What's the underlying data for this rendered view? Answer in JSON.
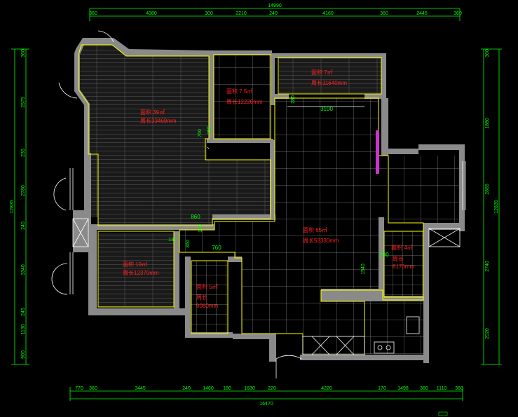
{
  "colors": {
    "background": "#000000",
    "wall": "#808080",
    "dimension": "#00ff00",
    "outline": "#ffff00",
    "room_label": "#ff2020",
    "grid": "#ffffff",
    "accent": "#cc33cc"
  },
  "dimensions": {
    "top_total": "14990",
    "top_segments": [
      "360",
      "4380",
      "300",
      "2210",
      "240",
      "4160",
      "360",
      "2445",
      "360"
    ],
    "bottom_total": "16470",
    "bottom_segments": [
      "770",
      "360",
      "3445",
      "240",
      "1460",
      "180",
      "1630",
      "220",
      "4220",
      "170",
      "1498",
      "360",
      "1110",
      "360"
    ],
    "left_total": "12835",
    "left_segments": [
      "360",
      "2575",
      "235",
      "2780",
      "240",
      "3340",
      "245",
      "1130",
      "900"
    ],
    "right_total": "12835",
    "right_segments": [
      "360",
      "1880",
      "2865",
      "2740",
      "2020"
    ]
  },
  "rooms": [
    {
      "area": "面积 39㎡",
      "perimeter": "周长33469mm"
    },
    {
      "area": "面积 7.5㎡",
      "perimeter": "周长12220mm"
    },
    {
      "area": "面积 7㎡",
      "perimeter": "周长11640mm"
    },
    {
      "area": "面积 65㎡",
      "perimeter": "周长53330mm"
    },
    {
      "area": "面积 19㎡",
      "perimeter": "周长12370mm"
    },
    {
      "area": "面积 5㎡",
      "perimeter": "周长",
      "perimeter2": "9080mm"
    },
    {
      "area": "面积 4㎡",
      "perimeter": "周长",
      "perimeter2": "8170mm"
    }
  ],
  "inner_dims": [
    "3100",
    "280",
    "760",
    "150",
    "860",
    "120",
    "130",
    "360",
    "760",
    "1540",
    "280"
  ]
}
